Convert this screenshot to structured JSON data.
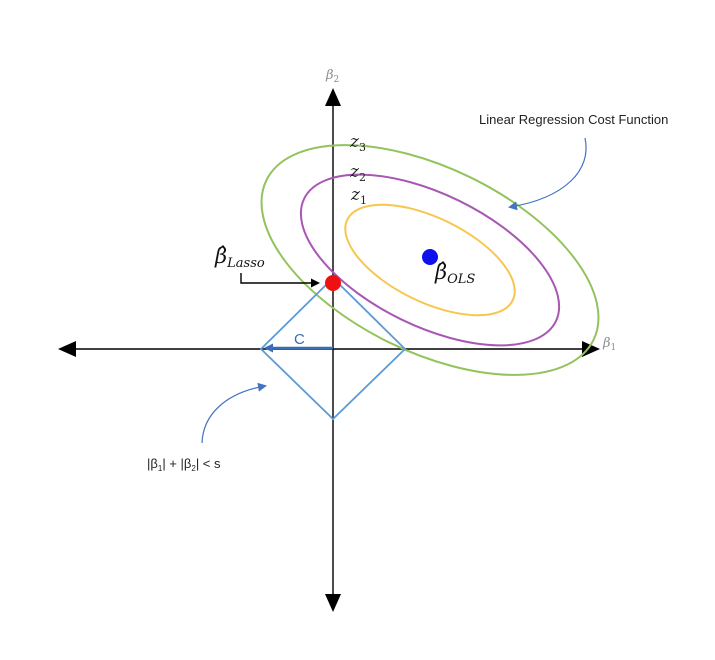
{
  "axes": {
    "x_symbol": "β",
    "x_subscript": "1",
    "y_symbol": "β",
    "y_subscript": "2"
  },
  "contours": [
    {
      "symbol": "z",
      "subscript": "3",
      "color": "#92c35c"
    },
    {
      "symbol": "z",
      "subscript": "2",
      "color": "#a857b3"
    },
    {
      "symbol": "z",
      "subscript": "1",
      "color": "#f7c64e"
    }
  ],
  "cost_function_label": "Linear Regression Cost Function",
  "ols": {
    "symbol": "β̂",
    "subscript": "OLS",
    "color": "#1010ee"
  },
  "lasso": {
    "symbol": "β̂",
    "subscript": "Lasso",
    "color": "#ee1111"
  },
  "constraint": {
    "c_label": "C",
    "color": "#5b9bd5",
    "c_arrow_color": "#3a6db5",
    "inequality": {
      "p1": "|β",
      "s1": "1",
      "p2": "| + |β",
      "s2": "2",
      "p3": "| < s"
    }
  },
  "arrow_color": "#4472c4"
}
